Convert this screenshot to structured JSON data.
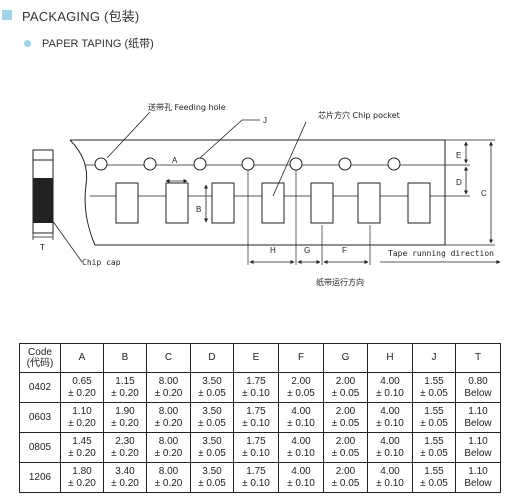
{
  "section": {
    "title": "PACKAGING (包装)"
  },
  "subsection": {
    "title": "PAPER TAPING (纸带)"
  },
  "diagram": {
    "feeding_hole_label": "送带孔 Feeding hole",
    "chip_pocket_label": "芯片方穴 Chip pocket",
    "tape_direction_label": "Tape running direction",
    "tape_direction_cn": "纸带运行方向",
    "chip_cap_label": "Chip cap",
    "dims": {
      "A": "A",
      "B": "B",
      "C": "C",
      "D": "D",
      "E": "E",
      "F": "F",
      "G": "G",
      "H": "H",
      "J": "J",
      "T": "T"
    }
  },
  "table": {
    "code_header": [
      "Code",
      "(代码)"
    ],
    "columns": [
      "A",
      "B",
      "C",
      "D",
      "E",
      "F",
      "G",
      "H",
      "J",
      "T"
    ],
    "rows": [
      {
        "code": "0402",
        "cells": [
          [
            "0.65",
            "± 0.20"
          ],
          [
            "1.15",
            "± 0.20"
          ],
          [
            "8.00",
            "± 0.20"
          ],
          [
            "3.50",
            "± 0.05"
          ],
          [
            "1.75",
            "± 0.10"
          ],
          [
            "2.00",
            "± 0.05"
          ],
          [
            "2.00",
            "± 0.05"
          ],
          [
            "4.00",
            "± 0.10"
          ],
          [
            "1.55",
            "± 0.05"
          ],
          [
            "0.80",
            "Below"
          ]
        ]
      },
      {
        "code": "0603",
        "cells": [
          [
            "1.10",
            "± 0.20"
          ],
          [
            "1.90",
            "± 0.20"
          ],
          [
            "8.00",
            "± 0.20"
          ],
          [
            "3.50",
            "± 0.05"
          ],
          [
            "1.75",
            "± 0.10"
          ],
          [
            "4.00",
            "± 0.10"
          ],
          [
            "2.00",
            "± 0.05"
          ],
          [
            "4.00",
            "± 0.10"
          ],
          [
            "1.55",
            "± 0.05"
          ],
          [
            "1.10",
            "Below"
          ]
        ]
      },
      {
        "code": "0805",
        "cells": [
          [
            "1.45",
            "± 0.20"
          ],
          [
            "2.30",
            "± 0.20"
          ],
          [
            "8.00",
            "± 0.20"
          ],
          [
            "3.50",
            "± 0.05"
          ],
          [
            "1.75",
            "± 0.10"
          ],
          [
            "4.00",
            "± 0.10"
          ],
          [
            "2.00",
            "± 0.05"
          ],
          [
            "4.00",
            "± 0.10"
          ],
          [
            "1.55",
            "± 0.05"
          ],
          [
            "1.10",
            "Below"
          ]
        ]
      },
      {
        "code": "1206",
        "cells": [
          [
            "1.80",
            "± 0.20"
          ],
          [
            "3.40",
            "± 0.20"
          ],
          [
            "8.00",
            "± 0.20"
          ],
          [
            "3.50",
            "± 0.05"
          ],
          [
            "1.75",
            "± 0.10"
          ],
          [
            "4.00",
            "± 0.10"
          ],
          [
            "2.00",
            "± 0.05"
          ],
          [
            "4.00",
            "± 0.10"
          ],
          [
            "1.55",
            "± 0.05"
          ],
          [
            "1.10",
            "Below"
          ]
        ]
      }
    ]
  }
}
